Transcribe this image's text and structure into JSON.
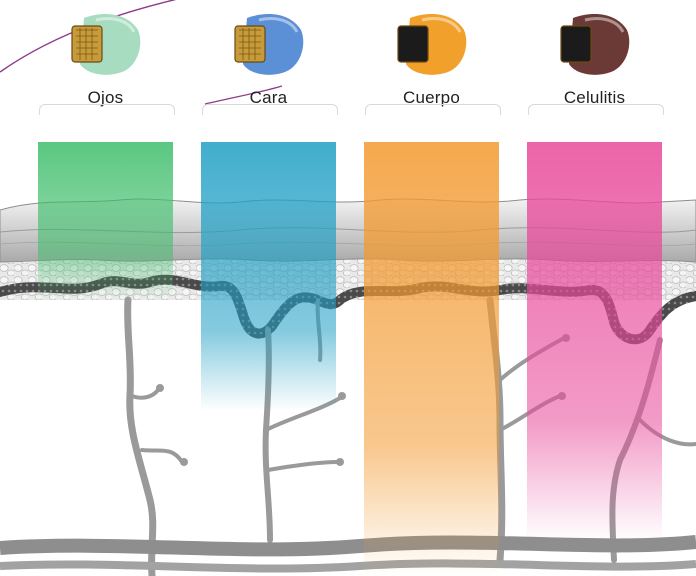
{
  "treatments": [
    {
      "label": "Ojos",
      "color": "#3dbd6a",
      "tip_color": "#a8dcc0",
      "depth": 0.36
    },
    {
      "label": "Cara",
      "color": "#1f9fc4",
      "tip_color": "#5b8fd6",
      "depth": 0.62
    },
    {
      "label": "Cuerpo",
      "color": "#f39a30",
      "tip_color": "#f2a02c",
      "depth": 1.0
    },
    {
      "label": "Celulitis",
      "color": "#e8499a",
      "tip_color": "#6b3a36",
      "depth": 0.92
    }
  ]
}
